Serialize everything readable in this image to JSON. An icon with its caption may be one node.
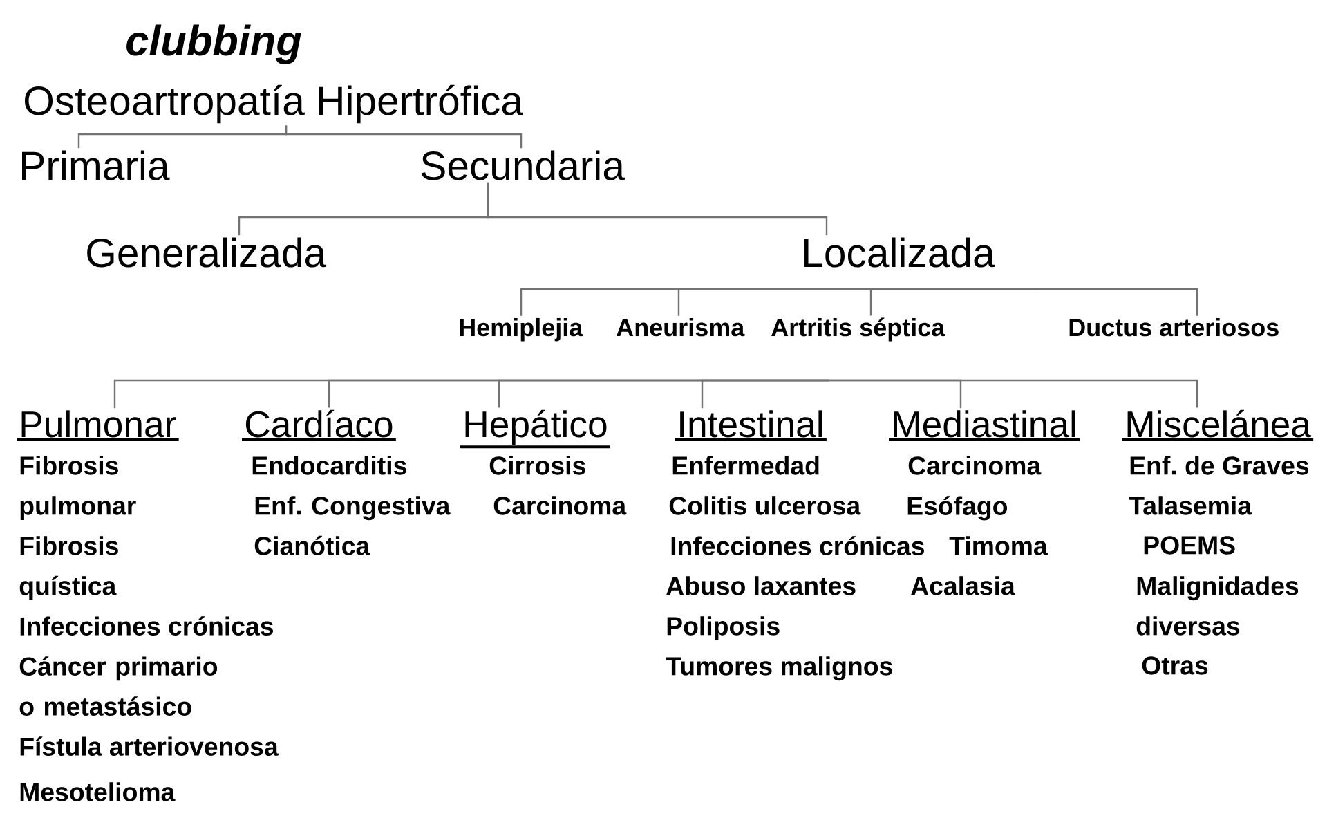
{
  "diagram": {
    "title": "clubbing",
    "nodes": [
      {
        "text": [
          "Osteoartropatía Hipertrófica"
        ]
      },
      {
        "text": [
          "Primaria"
        ]
      },
      {
        "text": [
          "Secundaria"
        ]
      },
      {
        "text": [
          "Generalizada"
        ]
      },
      {
        "text": [
          "Localizada"
        ]
      },
      {
        "text": [
          "Hemiplejia"
        ]
      },
      {
        "text": [
          "Aneurisma"
        ]
      },
      {
        "text": [
          "Artritis séptica"
        ]
      },
      {
        "text": [
          "Ductus arteriosos"
        ]
      },
      {
        "text": [
          "Pulmonar"
        ],
        "beside": [
          "Fibrosis pulmonar",
          "Fibrosis quística",
          "Infecciones crónicas",
          "Cáncer primario o metastásico",
          "Fístula arteriovenosa",
          "Mesotelioma"
        ]
      },
      {
        "text": [
          "Cardíaco"
        ],
        "beside": [
          "Endocarditis",
          "Enf. Congestiva Cianótica"
        ]
      },
      {
        "text": [
          "Hepático"
        ],
        "beside": [
          "Cirrosis",
          "Carcinoma"
        ]
      },
      {
        "text": [
          "Intestinal"
        ],
        "beside": [
          "Enfermedad",
          "Colitis ulcerosa",
          "Infecciones crónicas",
          "Abuso laxantes",
          "Poliposis",
          "Tumores malignos"
        ]
      },
      {
        "text": [
          "Mediastinal"
        ],
        "beside": [
          "Carcinoma",
          "Esófago",
          "Timoma",
          "Acalasia"
        ]
      },
      {
        "text": [
          "Miscelánea"
        ],
        "beside": [
          "Enf. de Graves",
          "Talasemia",
          "POEMS",
          "Malignidades diversas",
          "Otras"
        ]
      }
    ],
    "edges": [
      {
        "from": 0,
        "to": 1,
        "arrow": "none"
      },
      {
        "from": 0,
        "to": 2,
        "arrow": "none"
      },
      {
        "from": 2,
        "to": 3,
        "arrow": "none"
      },
      {
        "from": 2,
        "to": 4,
        "arrow": "none"
      },
      {
        "from": null,
        "to": 5,
        "arrow": "none"
      },
      {
        "from": null,
        "to": 6,
        "arrow": "none"
      },
      {
        "from": null,
        "to": 7,
        "arrow": "none"
      },
      {
        "from": null,
        "to": 8,
        "arrow": "none"
      },
      {
        "from": null,
        "to": 9,
        "arrow": "none"
      },
      {
        "from": null,
        "to": 10,
        "arrow": "none"
      },
      {
        "from": null,
        "to": 11,
        "arrow": "none"
      },
      {
        "from": null,
        "to": 12,
        "arrow": "none"
      },
      {
        "from": null,
        "to": 13,
        "arrow": "none"
      },
      {
        "from": null,
        "to": 14,
        "arrow": "none"
      }
    ]
  }
}
